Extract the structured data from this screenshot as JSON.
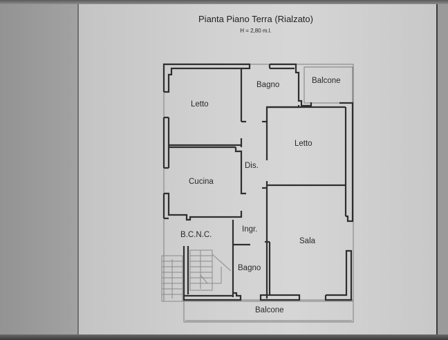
{
  "plan": {
    "title": "Pianta Piano Terra (Rialzato)",
    "subtitle": "H = 2,80 m.l.",
    "rooms": [
      {
        "id": "letto-1",
        "label": "Letto"
      },
      {
        "id": "bagno-1",
        "label": "Bagno"
      },
      {
        "id": "balcone-1",
        "label": "Balcone"
      },
      {
        "id": "letto-2",
        "label": "Letto"
      },
      {
        "id": "dis",
        "label": "Dis."
      },
      {
        "id": "cucina",
        "label": "Cucina"
      },
      {
        "id": "bcnc",
        "label": "B.C.N.C."
      },
      {
        "id": "ingr",
        "label": "Ingr."
      },
      {
        "id": "sala",
        "label": "Sala"
      },
      {
        "id": "bagno-2",
        "label": "Bagno"
      },
      {
        "id": "balcone-2",
        "label": "Balcone"
      }
    ],
    "colors": {
      "wall": "#2e2e2e",
      "thin_line": "#7a7a7a",
      "screen_bg": "#d0d0d0",
      "outer_bg": "#959595"
    }
  }
}
